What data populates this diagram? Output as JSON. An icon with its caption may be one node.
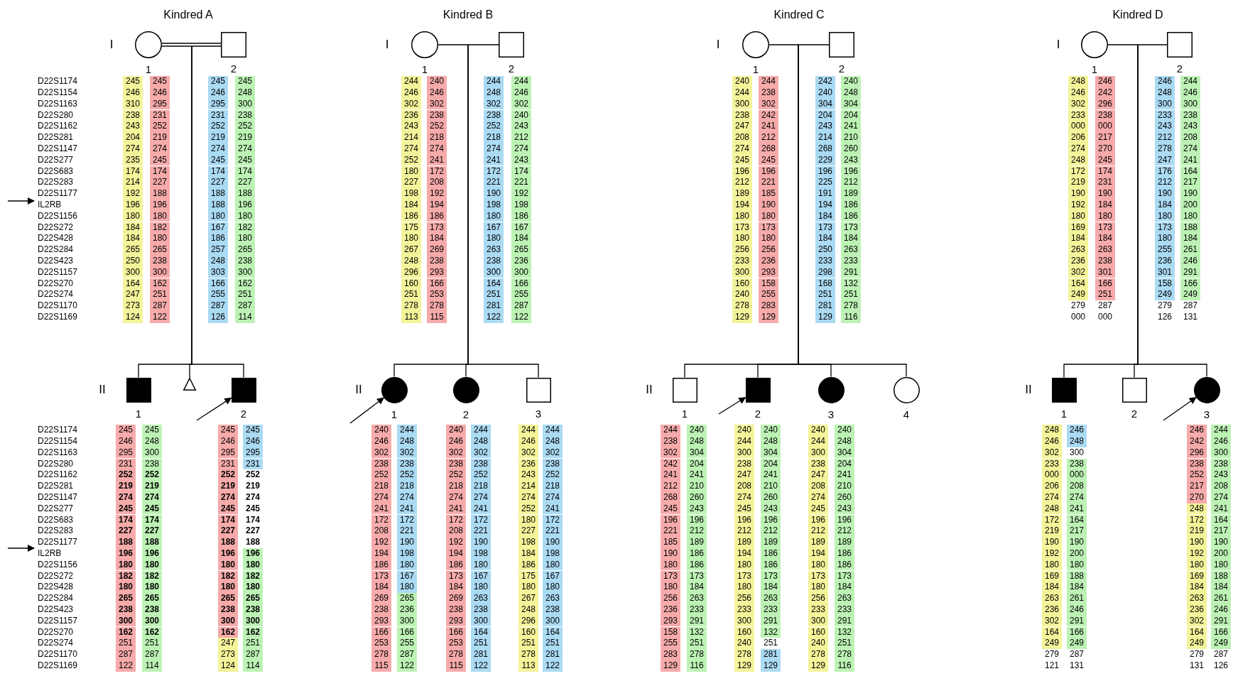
{
  "diagram": {
    "nodes": [
      {
        "text": [],
        "shape": "circle",
        "beside": [
          "1"
        ]
      },
      {
        "text": [],
        "shape": "box",
        "beside": [
          "2"
        ]
      },
      {
        "text": [],
        "shape": "box",
        "beside": [
          "1"
        ]
      },
      {
        "text": [],
        "shape": "triangle"
      },
      {
        "text": [],
        "shape": "box",
        "beside": [
          "2"
        ]
      },
      {
        "text": [],
        "shape": "circle",
        "beside": [
          "1"
        ]
      },
      {
        "text": [],
        "shape": "box",
        "beside": [
          "2"
        ]
      },
      {
        "text": [],
        "shape": "circle",
        "beside": [
          "1"
        ]
      },
      {
        "text": [],
        "shape": "circle",
        "beside": [
          "2"
        ]
      },
      {
        "text": [],
        "shape": "box",
        "beside": [
          "3"
        ]
      },
      {
        "text": [],
        "shape": "circle",
        "beside": [
          "1"
        ]
      },
      {
        "text": [],
        "shape": "box",
        "beside": [
          "2"
        ]
      },
      {
        "text": [],
        "shape": "box",
        "beside": [
          "1"
        ]
      },
      {
        "text": [],
        "shape": "box",
        "beside": [
          "2"
        ]
      },
      {
        "text": [],
        "shape": "circle",
        "beside": [
          "3"
        ]
      },
      {
        "text": [],
        "shape": "circle",
        "beside": [
          "4"
        ]
      },
      {
        "text": [],
        "shape": "circle",
        "beside": [
          "1"
        ]
      },
      {
        "text": [],
        "shape": "box",
        "beside": [
          "2"
        ]
      },
      {
        "text": [],
        "shape": "box",
        "beside": [
          "1"
        ]
      },
      {
        "text": [],
        "shape": "box",
        "beside": [
          "2"
        ]
      },
      {
        "text": [],
        "shape": "circle",
        "beside": [
          "3"
        ]
      }
    ],
    "edges": [
      {
        "from": 0,
        "to": 1,
        "arrow": "none"
      },
      {
        "from": null,
        "to": 2,
        "arrow": "none"
      },
      {
        "from": null,
        "to": 3,
        "arrow": "none"
      },
      {
        "from": null,
        "to": 4,
        "arrow": "none"
      },
      {
        "from": null,
        "to": 4,
        "arrow": "to"
      },
      {
        "from": 5,
        "to": 6,
        "arrow": "none"
      },
      {
        "from": null,
        "to": 7,
        "arrow": "none"
      },
      {
        "from": null,
        "to": 8,
        "arrow": "none"
      },
      {
        "from": null,
        "to": 9,
        "arrow": "none"
      },
      {
        "from": null,
        "to": 7,
        "arrow": "to"
      },
      {
        "from": 10,
        "to": 11,
        "arrow": "none"
      },
      {
        "from": null,
        "to": 12,
        "arrow": "none"
      },
      {
        "from": null,
        "to": 13,
        "arrow": "none"
      },
      {
        "from": null,
        "to": 14,
        "arrow": "none"
      },
      {
        "from": null,
        "to": 15,
        "arrow": "none"
      },
      {
        "from": null,
        "to": 13,
        "arrow": "to"
      },
      {
        "from": 16,
        "to": 17,
        "arrow": "none"
      },
      {
        "from": null,
        "to": 18,
        "arrow": "none"
      },
      {
        "from": null,
        "to": 19,
        "arrow": "none"
      },
      {
        "from": null,
        "to": 20,
        "arrow": "none"
      },
      {
        "from": null,
        "to": 20,
        "arrow": "to"
      }
    ],
    "labels": [
      "Kindred A",
      "I",
      "D22S1174",
      "D22S1154",
      "D22S1163",
      "D22S280",
      "D22S1162",
      "D22S281",
      "D22S1147",
      "D22S277",
      "D22S683",
      "D22S283",
      "D22S1177",
      "IL2RB",
      "D22S1156",
      "D22S272",
      "D22S428",
      "D22S284",
      "D22S423",
      "D22S1157",
      "D22S270",
      "D22S274",
      "D22S1170",
      "D22S1169",
      "245",
      "245",
      "246",
      "246",
      "310",
      "295",
      "238",
      "231",
      "243",
      "252",
      "204",
      "219",
      "274",
      "274",
      "235",
      "245",
      "174",
      "174",
      "214",
      "227",
      "192",
      "188",
      "196",
      "196",
      "180",
      "180",
      "184",
      "182",
      "184",
      "180",
      "265",
      "265",
      "250",
      "238",
      "300",
      "300",
      "164",
      "162",
      "247",
      "251",
      "273",
      "287",
      "124",
      "122",
      "245",
      "245",
      "246",
      "248",
      "295",
      "300",
      "231",
      "238",
      "252",
      "252",
      "219",
      "219",
      "274",
      "274",
      "245",
      "245",
      "174",
      "174",
      "227",
      "227",
      "188",
      "188",
      "188",
      "196",
      "180",
      "180",
      "167",
      "182",
      "186",
      "180",
      "257",
      "265",
      "248",
      "238",
      "303",
      "300",
      "166",
      "162",
      "255",
      "251",
      "287",
      "287",
      "126",
      "114",
      "II",
      "D22S1174",
      "D22S1154",
      "D22S1163",
      "D22S280",
      "D22S1162",
      "D22S281",
      "D22S1147",
      "D22S277",
      "D22S683",
      "D22S283",
      "D22S1177",
      "IL2RB",
      "D22S1156",
      "D22S272",
      "D22S428",
      "D22S284",
      "D22S423",
      "D22S1157",
      "D22S270",
      "D22S274",
      "D22S1170",
      "D22S1169",
      "245",
      "245",
      "246",
      "248",
      "295",
      "300",
      "231",
      "238",
      "252",
      "252",
      "219",
      "219",
      "274",
      "274",
      "245",
      "245",
      "174",
      "174",
      "227",
      "227",
      "188",
      "188",
      "196",
      "196",
      "180",
      "180",
      "182",
      "182",
      "180",
      "180",
      "265",
      "265",
      "238",
      "238",
      "300",
      "300",
      "162",
      "162",
      "251",
      "251",
      "287",
      "287",
      "122",
      "114",
      "245",
      "245",
      "246",
      "246",
      "295",
      "295",
      "231",
      "231",
      "252",
      "252",
      "219",
      "219",
      "274",
      "274",
      "245",
      "245",
      "174",
      "174",
      "227",
      "227",
      "188",
      "188",
      "196",
      "196",
      "180",
      "180",
      "182",
      "182",
      "180",
      "180",
      "265",
      "265",
      "238",
      "238",
      "300",
      "300",
      "162",
      "162",
      "247",
      "251",
      "273",
      "287",
      "124",
      "114",
      "Kindred B",
      "I",
      "244",
      "240",
      "246",
      "246",
      "302",
      "302",
      "236",
      "238",
      "243",
      "252",
      "214",
      "218",
      "274",
      "274",
      "252",
      "241",
      "180",
      "172",
      "227",
      "208",
      "198",
      "192",
      "184",
      "194",
      "186",
      "186",
      "175",
      "173",
      "180",
      "184",
      "267",
      "269",
      "248",
      "238",
      "296",
      "293",
      "160",
      "166",
      "251",
      "253",
      "278",
      "278",
      "113",
      "115",
      "244",
      "244",
      "248",
      "246",
      "302",
      "302",
      "238",
      "240",
      "252",
      "243",
      "218",
      "212",
      "274",
      "274",
      "241",
      "243",
      "172",
      "174",
      "221",
      "221",
      "190",
      "192",
      "198",
      "198",
      "180",
      "186",
      "167",
      "167",
      "180",
      "184",
      "263",
      "265",
      "238",
      "236",
      "300",
      "300",
      "164",
      "166",
      "251",
      "255",
      "281",
      "287",
      "122",
      "122",
      "II",
      "240",
      "244",
      "246",
      "248",
      "302",
      "302",
      "238",
      "238",
      "252",
      "252",
      "218",
      "218",
      "274",
      "274",
      "241",
      "241",
      "172",
      "172",
      "208",
      "221",
      "192",
      "190",
      "194",
      "198",
      "186",
      "180",
      "173",
      "167",
      "184",
      "180",
      "269",
      "265",
      "238",
      "236",
      "293",
      "300",
      "166",
      "166",
      "253",
      "255",
      "278",
      "287",
      "115",
      "122",
      "240",
      "244",
      "246",
      "248",
      "302",
      "302",
      "238",
      "238",
      "252",
      "252",
      "218",
      "218",
      "274",
      "274",
      "241",
      "241",
      "172",
      "172",
      "208",
      "221",
      "192",
      "190",
      "194",
      "198",
      "186",
      "180",
      "173",
      "167",
      "184",
      "180",
      "269",
      "263",
      "238",
      "238",
      "293",
      "300",
      "166",
      "164",
      "253",
      "251",
      "278",
      "281",
      "115",
      "122",
      "244",
      "244",
      "246",
      "248",
      "302",
      "302",
      "236",
      "238",
      "243",
      "252",
      "214",
      "218",
      "274",
      "274",
      "252",
      "241",
      "180",
      "172",
      "227",
      "221",
      "198",
      "190",
      "184",
      "198",
      "186",
      "180",
      "175",
      "167",
      "180",
      "180",
      "267",
      "263",
      "248",
      "238",
      "296",
      "300",
      "160",
      "164",
      "251",
      "251",
      "278",
      "281",
      "113",
      "122",
      "Kindred C",
      "I",
      "240",
      "244",
      "244",
      "238",
      "300",
      "302",
      "238",
      "242",
      "247",
      "241",
      "208",
      "212",
      "274",
      "268",
      "245",
      "245",
      "196",
      "196",
      "212",
      "221",
      "189",
      "185",
      "194",
      "190",
      "180",
      "180",
      "173",
      "173",
      "180",
      "180",
      "256",
      "256",
      "233",
      "236",
      "300",
      "293",
      "160",
      "158",
      "240",
      "255",
      "278",
      "283",
      "129",
      "129",
      "242",
      "240",
      "240",
      "248",
      "304",
      "304",
      "204",
      "204",
      "243",
      "241",
      "214",
      "210",
      "268",
      "260",
      "229",
      "243",
      "196",
      "196",
      "225",
      "212",
      "191",
      "189",
      "194",
      "186",
      "184",
      "186",
      "173",
      "173",
      "184",
      "184",
      "250",
      "263",
      "233",
      "233",
      "298",
      "291",
      "168",
      "132",
      "251",
      "251",
      "281",
      "278",
      "129",
      "116",
      "II",
      "244",
      "240",
      "238",
      "248",
      "302",
      "304",
      "242",
      "204",
      "241",
      "241",
      "212",
      "210",
      "268",
      "260",
      "245",
      "243",
      "196",
      "196",
      "221",
      "212",
      "185",
      "189",
      "190",
      "186",
      "180",
      "186",
      "173",
      "173",
      "180",
      "184",
      "256",
      "263",
      "236",
      "233",
      "293",
      "291",
      "158",
      "132",
      "255",
      "251",
      "283",
      "278",
      "129",
      "116",
      "240",
      "240",
      "244",
      "248",
      "300",
      "304",
      "238",
      "204",
      "247",
      "241",
      "208",
      "210",
      "274",
      "260",
      "245",
      "243",
      "196",
      "196",
      "212",
      "212",
      "189",
      "189",
      "194",
      "186",
      "180",
      "186",
      "173",
      "173",
      "180",
      "184",
      "256",
      "263",
      "233",
      "233",
      "300",
      "291",
      "160",
      "132",
      "240",
      "251",
      "278",
      "281",
      "129",
      "129",
      "240",
      "240",
      "244",
      "248",
      "300",
      "304",
      "238",
      "204",
      "247",
      "241",
      "208",
      "210",
      "274",
      "260",
      "245",
      "243",
      "196",
      "196",
      "212",
      "212",
      "189",
      "189",
      "194",
      "186",
      "180",
      "186",
      "173",
      "173",
      "180",
      "184",
      "256",
      "263",
      "233",
      "233",
      "300",
      "291",
      "160",
      "132",
      "240",
      "251",
      "278",
      "278",
      "129",
      "116",
      "Kindred D",
      "I",
      "248",
      "246",
      "246",
      "242",
      "302",
      "296",
      "233",
      "238",
      "000",
      "000",
      "206",
      "217",
      "274",
      "270",
      "248",
      "245",
      "172",
      "174",
      "219",
      "231",
      "190",
      "190",
      "192",
      "184",
      "180",
      "180",
      "169",
      "173",
      "184",
      "184",
      "263",
      "263",
      "236",
      "238",
      "302",
      "301",
      "164",
      "166",
      "249",
      "251",
      "279",
      "287",
      "000",
      "000",
      "246",
      "244",
      "248",
      "246",
      "300",
      "300",
      "233",
      "238",
      "243",
      "243",
      "212",
      "208",
      "278",
      "274",
      "247",
      "241",
      "176",
      "164",
      "212",
      "217",
      "190",
      "190",
      "184",
      "200",
      "180",
      "180",
      "173",
      "188",
      "180",
      "184",
      "255",
      "261",
      "236",
      "246",
      "301",
      "291",
      "158",
      "166",
      "249",
      "249",
      "279",
      "287",
      "126",
      "131",
      "II",
      "248",
      "246",
      "246",
      "248",
      "302",
      "300",
      "233",
      "238",
      "000",
      "000",
      "206",
      "208",
      "274",
      "274",
      "248",
      "241",
      "172",
      "164",
      "219",
      "217",
      "190",
      "190",
      "192",
      "200",
      "180",
      "180",
      "169",
      "188",
      "184",
      "184",
      "263",
      "261",
      "236",
      "246",
      "302",
      "291",
      "164",
      "166",
      "249",
      "249",
      "279",
      "287",
      "121",
      "131",
      "246",
      "244",
      "242",
      "246",
      "296",
      "300",
      "238",
      "238",
      "252",
      "243",
      "217",
      "208",
      "270",
      "274",
      "248",
      "241",
      "172",
      "164",
      "219",
      "217",
      "190",
      "190",
      "192",
      "200",
      "180",
      "180",
      "169",
      "188",
      "184",
      "184",
      "263",
      "261",
      "236",
      "246",
      "302",
      "291",
      "164",
      "166",
      "249",
      "249",
      "279",
      "287",
      "131",
      "126"
    ]
  }
}
